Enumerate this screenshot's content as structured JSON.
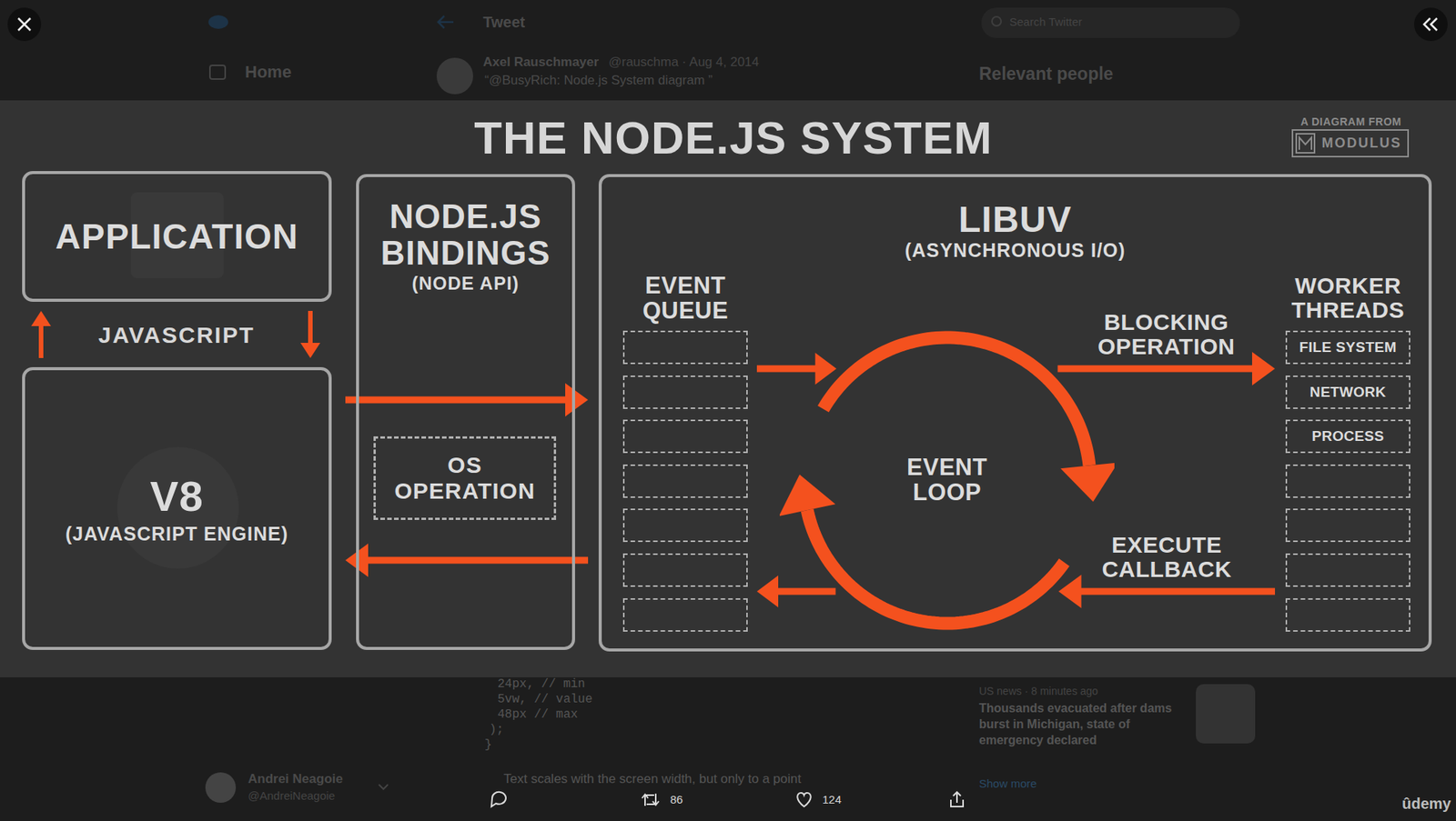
{
  "diagram": {
    "title": "THE NODE.JS SYSTEM",
    "nodes": [
      {
        "text": [
          "APPLICATION"
        ]
      },
      {
        "text": [
          "V8",
          "(JAVASCRIPT ENGINE)"
        ]
      },
      {
        "text": [
          "NODE.JS BINDINGS",
          "(NODE API)"
        ]
      },
      {
        "text": [
          "OS OPERATION"
        ],
        "in": 2
      },
      {
        "text": [
          "LIBUV",
          "(ASYNCHRONOUS I/O)"
        ]
      },
      {
        "text": [
          "EVENT QUEUE"
        ],
        "in": 4
      },
      {
        "text": [
          "EVENT LOOP"
        ],
        "in": 4
      },
      {
        "text": [
          "WORKER THREADS"
        ],
        "in": 4
      },
      {
        "text": [
          "FILE SYSTEM"
        ],
        "in": 7
      },
      {
        "text": [
          "NETWORK"
        ],
        "in": 7
      },
      {
        "text": [
          "PROCESS"
        ],
        "in": 7
      }
    ],
    "edges": [
      {
        "from": 1,
        "to": 0,
        "arrow": "to"
      },
      {
        "from": 0,
        "to": 1,
        "arrow": "to"
      },
      {
        "from": 1,
        "to": 4,
        "arrow": "to"
      },
      {
        "from": 4,
        "to": 1,
        "arrow": "to"
      },
      {
        "from": 5,
        "to": 6,
        "arrow": "to"
      },
      {
        "from": 6,
        "to": 5,
        "arrow": "to"
      },
      {
        "from": 6,
        "to": 7,
        "label": "BLOCKING OPERATION",
        "arrow": "to"
      },
      {
        "from": 7,
        "to": 6,
        "label": "EXECUTE CALLBACK",
        "arrow": "to"
      }
    ],
    "labels": [
      "JAVASCRIPT",
      "A DIAGRAM FROM",
      "MODULUS",
      "Tweet",
      "Home",
      "Search Twitter",
      "Relevant people",
      "Axel Rauschmayer",
      "@rauschma · Aug 4, 2014",
      "“@BusyRich: Node.js System diagram ”",
      "24px, // min",
      "5vw, // value",
      "48px // max",
      ");",
      "}",
      "US news · 8 minutes ago",
      "Thousands evacuated after dams burst in Michigan, state of emergency declared",
      "Show more",
      "Andrei Neagoie",
      "@AndreiNeagoie",
      "Text scales with the screen width, but only to a point",
      "86",
      "124",
      "ûdemy"
    ]
  }
}
